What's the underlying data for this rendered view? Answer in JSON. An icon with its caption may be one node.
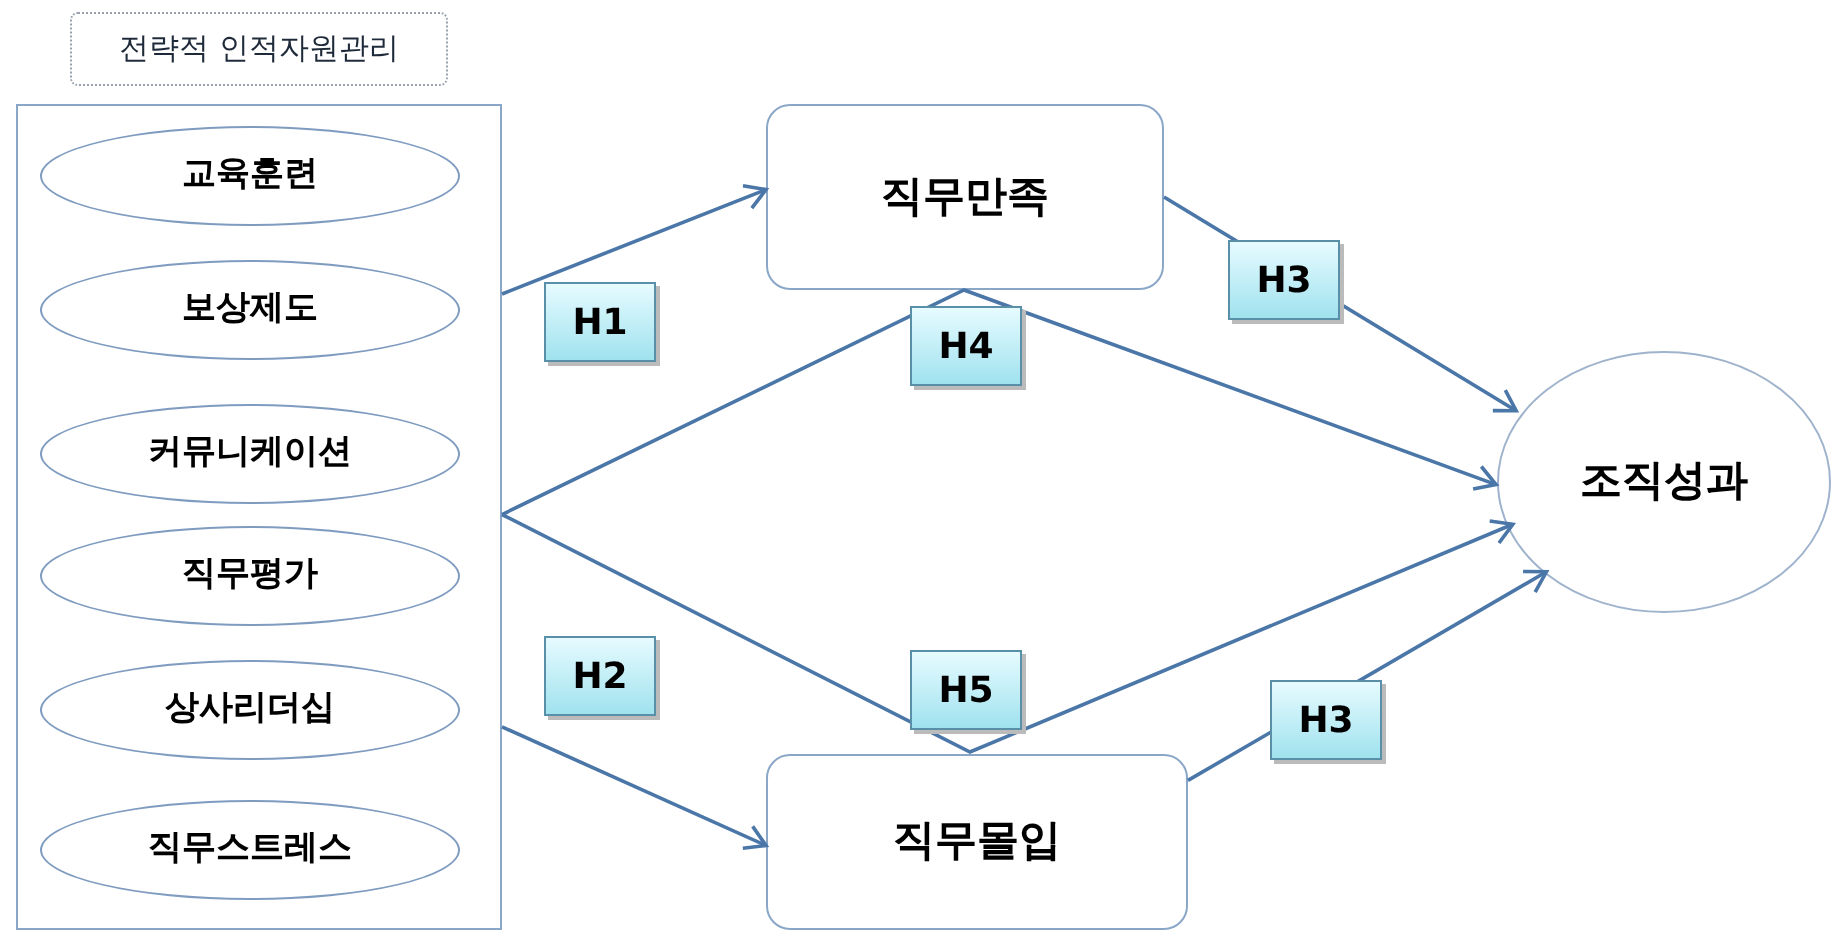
{
  "diagram": {
    "nodes": [
      {
        "text": [
          "전략적 인적자원관리"
        ]
      },
      {
        "text": [],
        "shape": "box"
      },
      {
        "text": [
          "교육훈련"
        ],
        "in": 1
      },
      {
        "text": [
          "보상제도"
        ],
        "in": 1
      },
      {
        "text": [
          "커뮤니케이션"
        ],
        "in": 1
      },
      {
        "text": [
          "직무평가"
        ],
        "in": 1
      },
      {
        "text": [
          "상사리더십"
        ],
        "in": 1
      },
      {
        "text": [
          "직무스트레스"
        ],
        "in": 1
      },
      {
        "text": [
          "직무만족"
        ]
      },
      {
        "text": [
          "직무몰입"
        ]
      },
      {
        "text": [
          "조직성과"
        ]
      }
    ],
    "edges": [
      {
        "from": 1,
        "to": 8,
        "arrow": "to",
        "label": "H1"
      },
      {
        "from": 1,
        "to": 9,
        "arrow": "to",
        "label": "H2"
      },
      {
        "from": 8,
        "to": 10,
        "arrow": "to",
        "label": "H3"
      },
      {
        "from": 9,
        "to": 10,
        "arrow": "to",
        "label": "H3"
      },
      {
        "from": 1,
        "to": 10,
        "arrow": "to",
        "label": "H4"
      },
      {
        "from": 1,
        "to": 10,
        "arrow": "to",
        "label": "H5"
      }
    ]
  }
}
